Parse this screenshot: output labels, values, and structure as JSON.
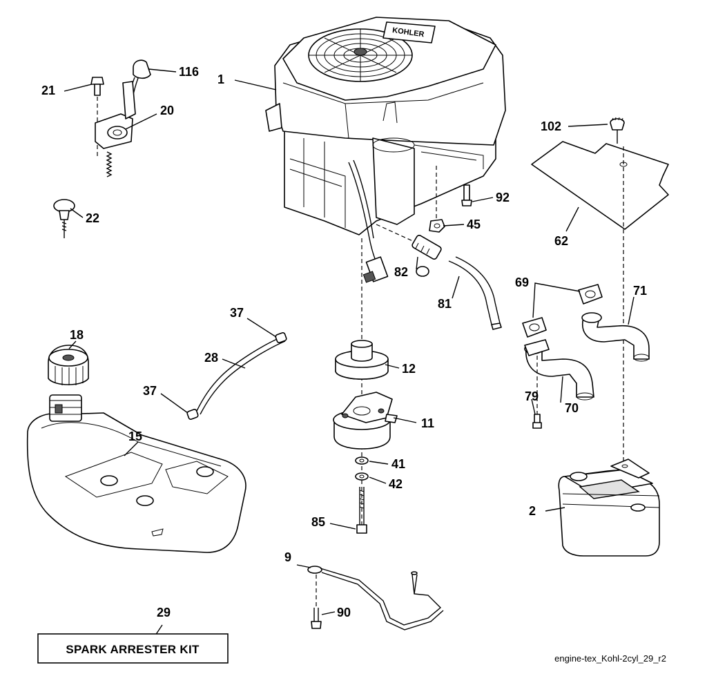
{
  "callouts": {
    "c1": "1",
    "c2": "2",
    "c9": "9",
    "c11": "11",
    "c12": "12",
    "c15": "15",
    "c18": "18",
    "c20": "20",
    "c21": "21",
    "c22": "22",
    "c28": "28",
    "c29": "29",
    "c37a": "37",
    "c37b": "37",
    "c41": "41",
    "c42": "42",
    "c45": "45",
    "c62": "62",
    "c69": "69",
    "c70": "70",
    "c71": "71",
    "c79": "79",
    "c81": "81",
    "c82": "82",
    "c85": "85",
    "c90": "90",
    "c92": "92",
    "c102": "102",
    "c116": "116"
  },
  "kit_box": {
    "label": "SPARK ARRESTER KIT"
  },
  "figure_id": "engine-tex_Kohl-2cyl_29_r2",
  "brand_mark": "KOHLER"
}
